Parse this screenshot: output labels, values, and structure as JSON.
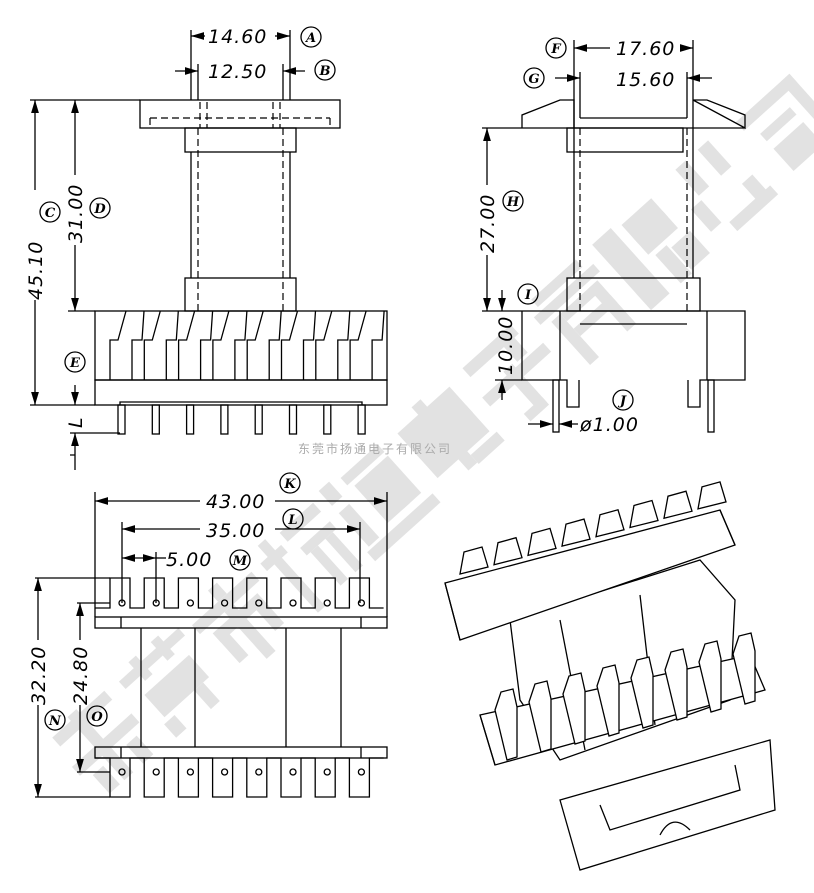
{
  "front_view": {
    "dims": {
      "a": "14.60",
      "b": "12.50",
      "c": "45.10",
      "d": "31.00"
    },
    "labels": {
      "a": "A",
      "b": "B",
      "c": "C",
      "d": "D",
      "e": "E",
      "l": "L"
    }
  },
  "side_view": {
    "dims": {
      "f": "17.60",
      "g": "15.60",
      "h": "27.00",
      "i": "10.00",
      "j": "ø1.00"
    },
    "labels": {
      "f": "F",
      "g": "G",
      "h": "H",
      "i": "I",
      "j": "J"
    }
  },
  "top_view": {
    "dims": {
      "k": "43.00",
      "l": "35.00",
      "m": "5.00",
      "n": "32.20",
      "o": "24.80"
    },
    "labels": {
      "k": "K",
      "l": "L",
      "m": "M",
      "n": "N",
      "o": "O"
    }
  },
  "watermark": {
    "small": "东莞市扬通电子有限公司",
    "large": "东莞市扬通电子有限公司"
  }
}
